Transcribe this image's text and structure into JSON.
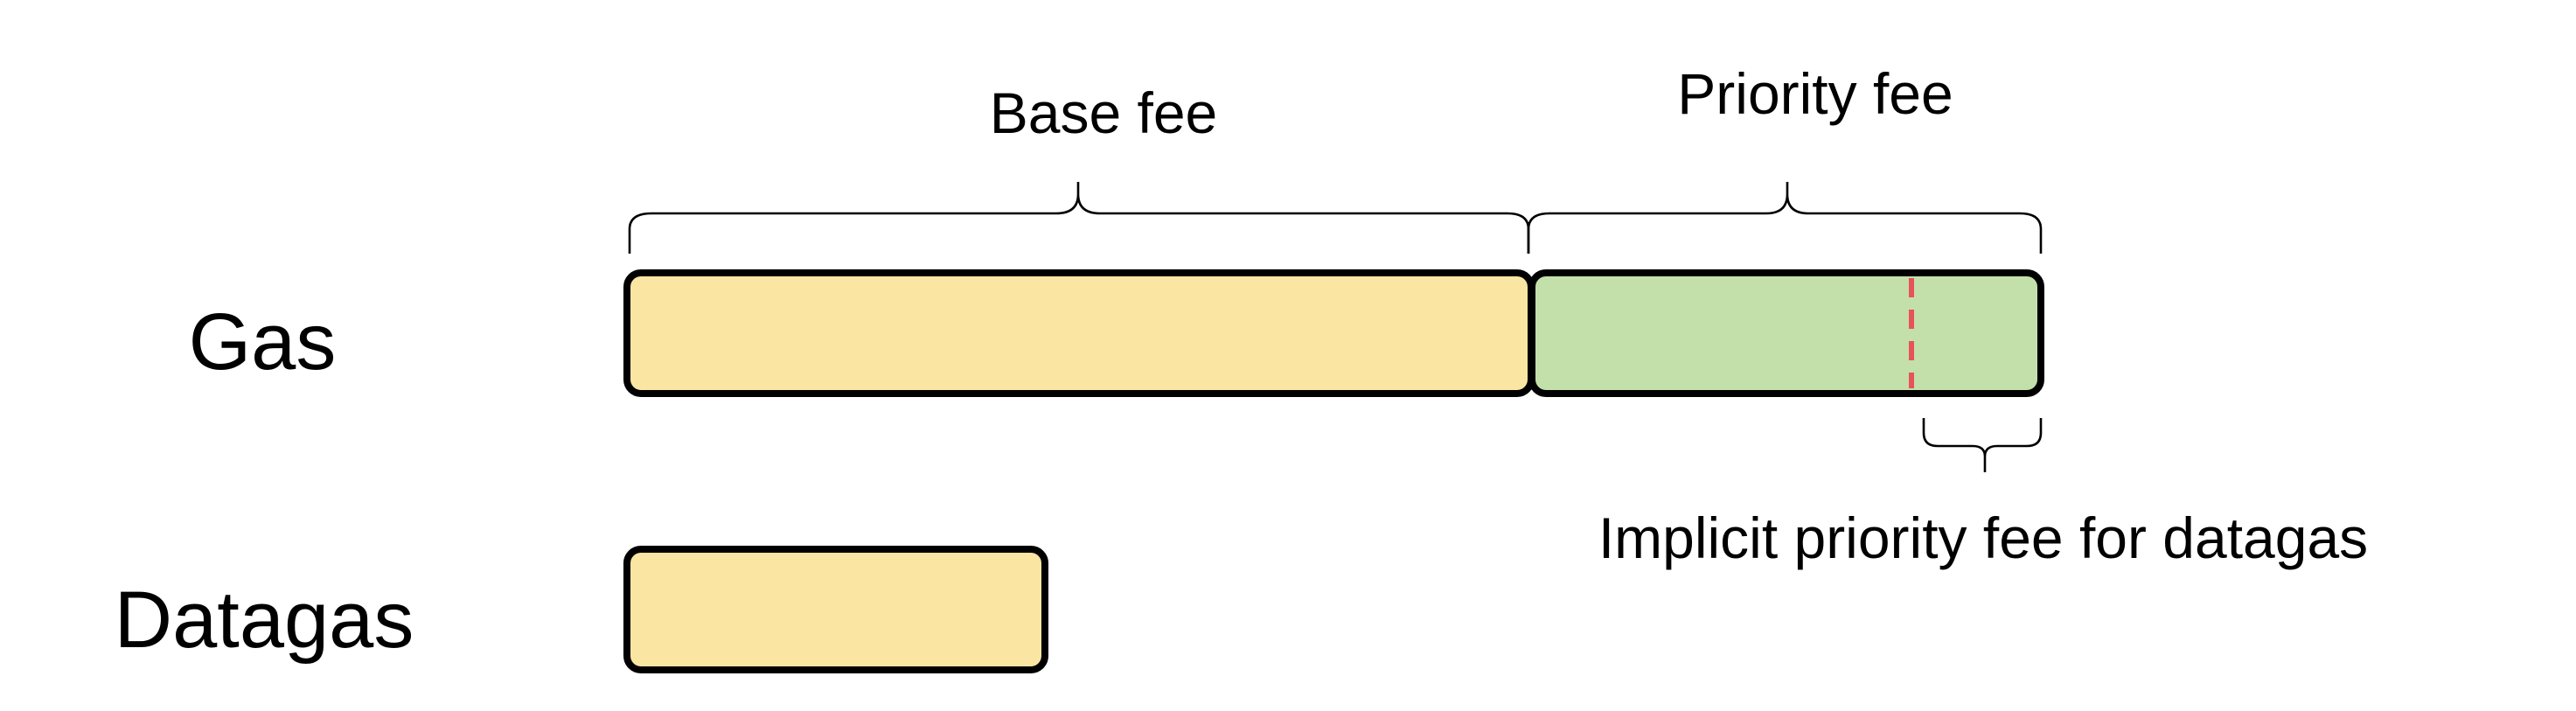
{
  "rows": {
    "gas": "Gas",
    "datagas": "Datagas"
  },
  "labels": {
    "base_fee": "Base fee",
    "priority_fee": "Priority fee",
    "implicit_priority_fee": "Implicit priority fee for datagas"
  },
  "colors": {
    "base_fee_fill": "#fae5a2",
    "priority_fee_fill": "#c3e0ab",
    "outline": "#000000",
    "dashed_marker": "#e8525a"
  }
}
